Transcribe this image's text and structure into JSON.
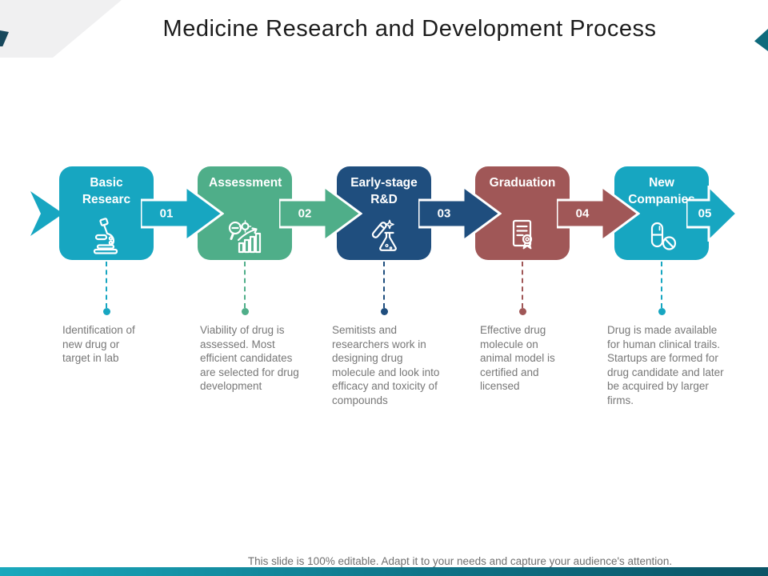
{
  "slide": {
    "title": "Medicine Research and Development Process",
    "footer": "This slide is 100% editable. Adapt it to your needs and capture your audience's attention."
  },
  "colors": {
    "cyan": "#17a6c1",
    "green": "#4fae89",
    "navy": "#1f4e7e",
    "maroon": "#a05757",
    "description_text": "#777777",
    "bottom_bar": "#0f7488"
  },
  "steps": [
    {
      "number": "01",
      "title": "Basic Researc",
      "icon": "microscope-icon",
      "color": "#17a6c1",
      "description": "Identification of new drug or target in lab"
    },
    {
      "number": "02",
      "title": "Assessment",
      "icon": "magnifier-bar-chart-icon",
      "color": "#4fae89",
      "description": "Viability of drug is assessed. Most efficient candidates are selected for drug development"
    },
    {
      "number": "03",
      "title": "Early-stage R&D",
      "icon": "test-tube-flask-icon",
      "color": "#1f4e7e",
      "description": "Semitists and researchers work in designing drug molecule and look into efficacy and toxicity of compounds"
    },
    {
      "number": "04",
      "title": "Graduation",
      "icon": "certificate-icon",
      "color": "#a05757",
      "description": "Effective drug molecule on animal model is certified and licensed"
    },
    {
      "number": "05",
      "title": "New Companies",
      "icon": "pills-icon",
      "color": "#17a6c1",
      "description": "Drug is made available for human clinical trails. Startups are formed for drug candidate and later be acquired by larger firms."
    }
  ]
}
